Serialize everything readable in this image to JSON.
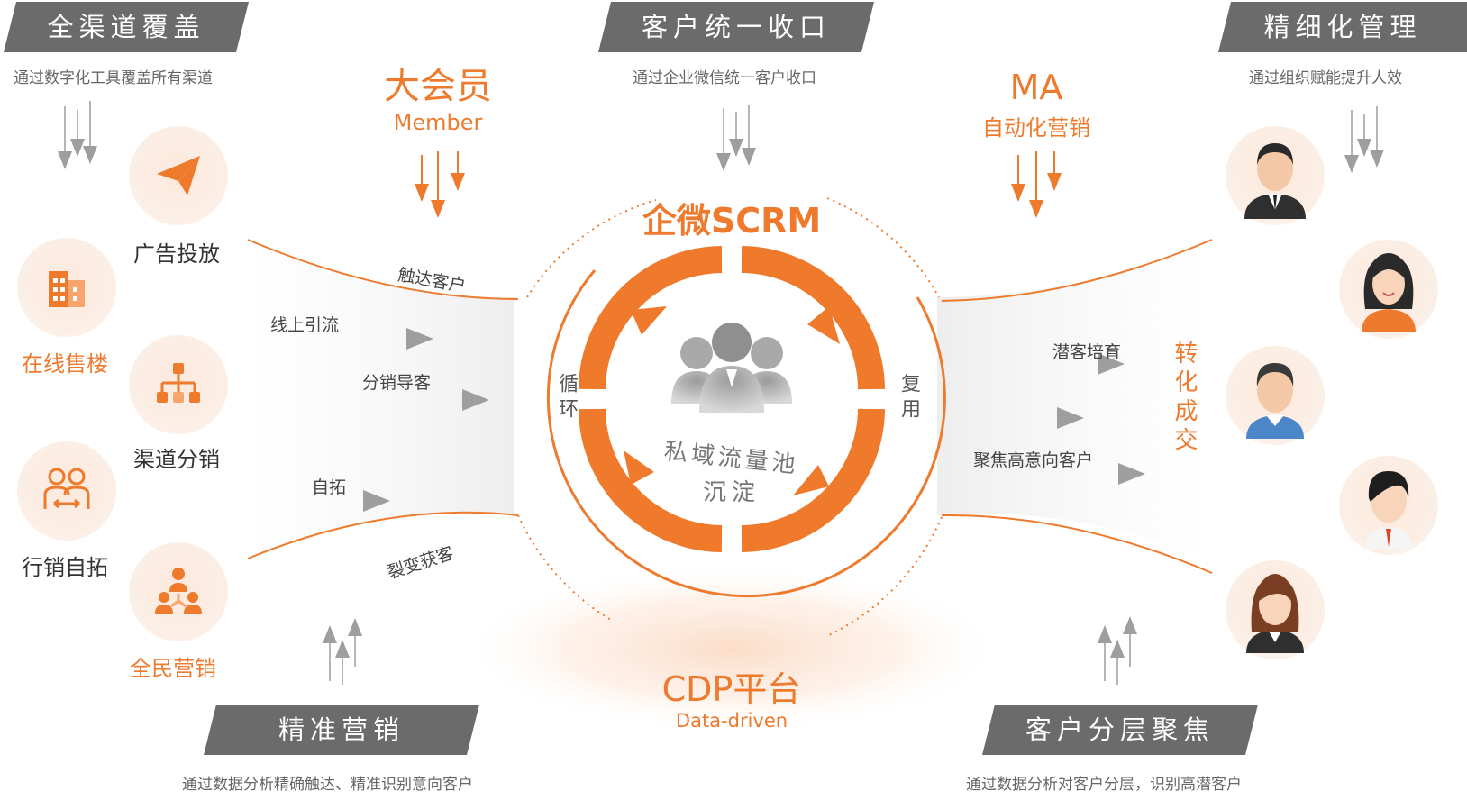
{
  "banners": {
    "channel": "全渠道覆盖",
    "unify": "客户统一收口",
    "manage": "精细化管理",
    "precise": "精准营销",
    "segment": "客户分层聚焦"
  },
  "subtitles": {
    "channel": "通过数字化工具覆盖所有渠道",
    "unify": "通过企业微信统一客户收口",
    "manage": "通过组织赋能提升人效",
    "precise": "通过数据分析精确触达、精准识别意向客户",
    "segment": "通过数据分析对客户分层，识别高潜客户"
  },
  "left_channels": {
    "ad": "广告投放",
    "online": "在线售楼",
    "distribution": "渠道分销",
    "self": "行销自拓",
    "all": "全民营销"
  },
  "top_labels": {
    "member_cn": "大会员",
    "member_en": "Member",
    "ma_en": "MA",
    "ma_cn": "自动化营销"
  },
  "flows_left": {
    "reach": "触达客户",
    "online_traffic": "线上引流",
    "distribution_guide": "分销导客",
    "self_expand": "自拓",
    "fission": "裂变获客"
  },
  "flows_right": {
    "nurture": "潜客培育",
    "focus": "聚焦高意向客户",
    "convert": "转化成交"
  },
  "center": {
    "title": "企微SCRM",
    "cycle": "循环",
    "reuse": "复用",
    "pool_line1": "私域流量池",
    "pool_line2": "沉淀",
    "cdp": "CDP平台",
    "cdp_sub": "Data-driven"
  },
  "colors": {
    "accent": "#ee7a2e",
    "banner": "#6b6b6b",
    "arrow_gray": "#b5b5b5"
  },
  "icons": {
    "ad": "paper-plane-icon",
    "online": "building-icon",
    "distribution": "hierarchy-icon",
    "self": "two-people-icon",
    "all": "community-icon",
    "center": "group-icon"
  }
}
